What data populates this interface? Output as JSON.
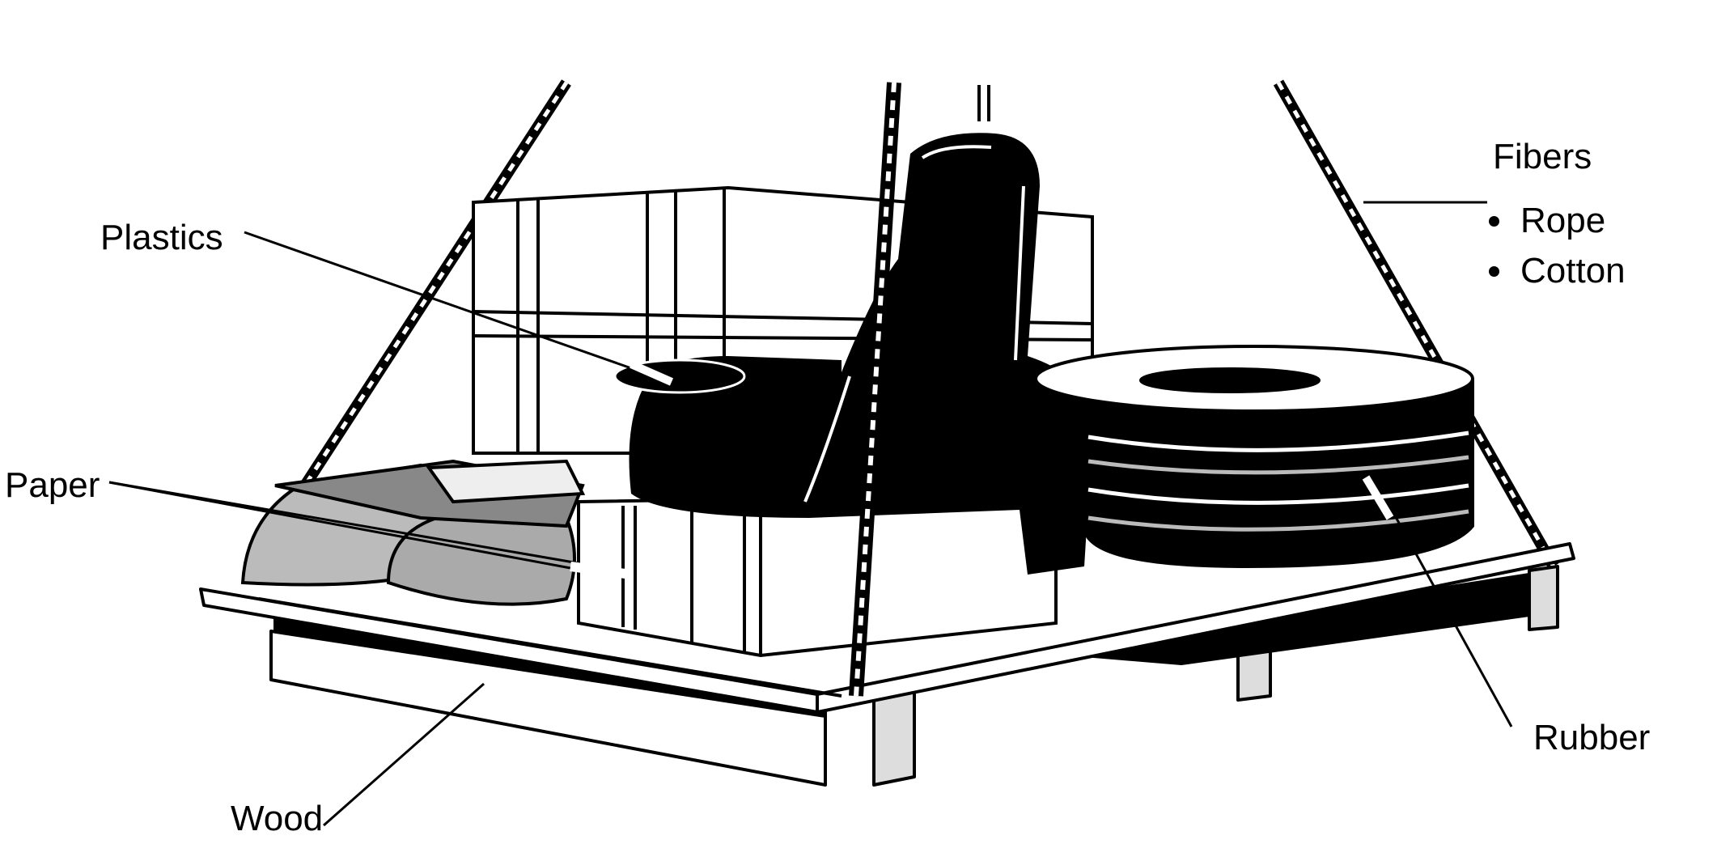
{
  "labels": {
    "plastics": "Plastics",
    "paper": "Paper",
    "wood": "Wood",
    "fibers": "Fibers",
    "rubber": "Rubber"
  },
  "fibers_items": [
    "Rope",
    "Cotton"
  ],
  "colors": {
    "ink": "#000000",
    "background": "#ffffff"
  }
}
